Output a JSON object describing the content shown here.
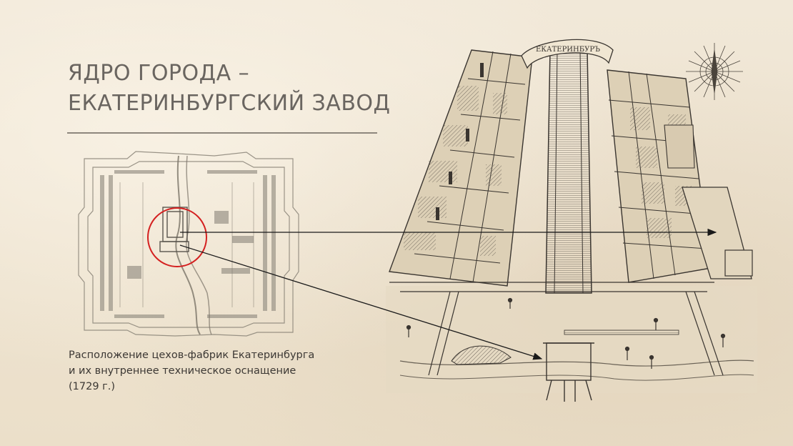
{
  "slide": {
    "title_line1": "ЯДРО ГОРОДА –",
    "title_line2": "ЕКАТЕРИНБУРГСКИЙ ЗАВОД",
    "caption_line1": "Расположение цехов-фабрик Екатеринбурга",
    "caption_line2": "и их внутреннее техническое оснащение",
    "caption_line3": "(1729 г.)"
  },
  "engraving": {
    "banner_text": "ЕКАТЕРИНБУРЪ"
  },
  "colors": {
    "background": "#efe5d3",
    "title_text": "#6a6560",
    "ink": "#3a3530",
    "highlight_circle": "#d42020"
  }
}
